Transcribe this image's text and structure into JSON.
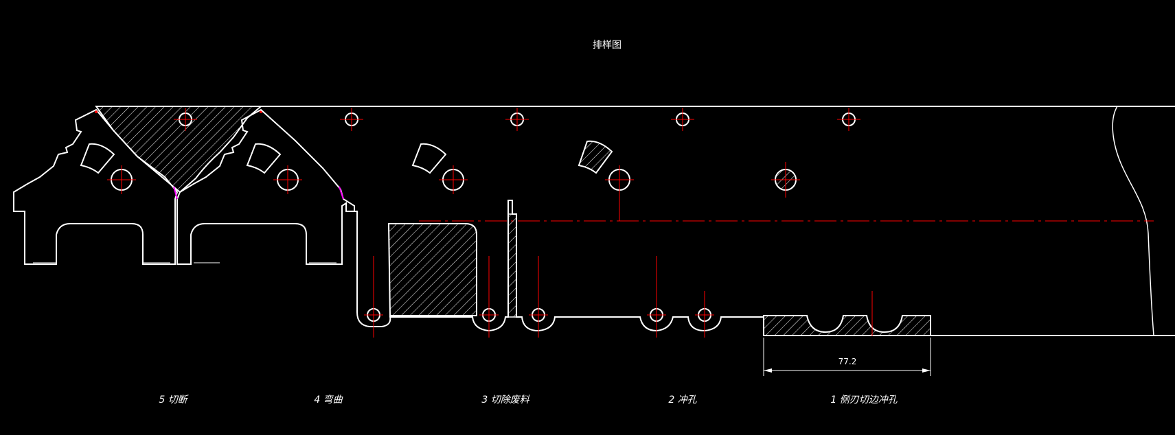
{
  "drawing": {
    "title": "排样图",
    "background_color": "#000000",
    "outline_color": "#ffffff",
    "centerline_color": "#ff0000",
    "accent_color": "#ff00ff",
    "stations": [
      {
        "label": "5 切断"
      },
      {
        "label": "4 弯曲"
      },
      {
        "label": "3 切除废料"
      },
      {
        "label": "2 冲孔"
      },
      {
        "label": "1 侧刃切边冲孔"
      }
    ],
    "dimensions": [
      {
        "value": "77.2"
      }
    ]
  }
}
